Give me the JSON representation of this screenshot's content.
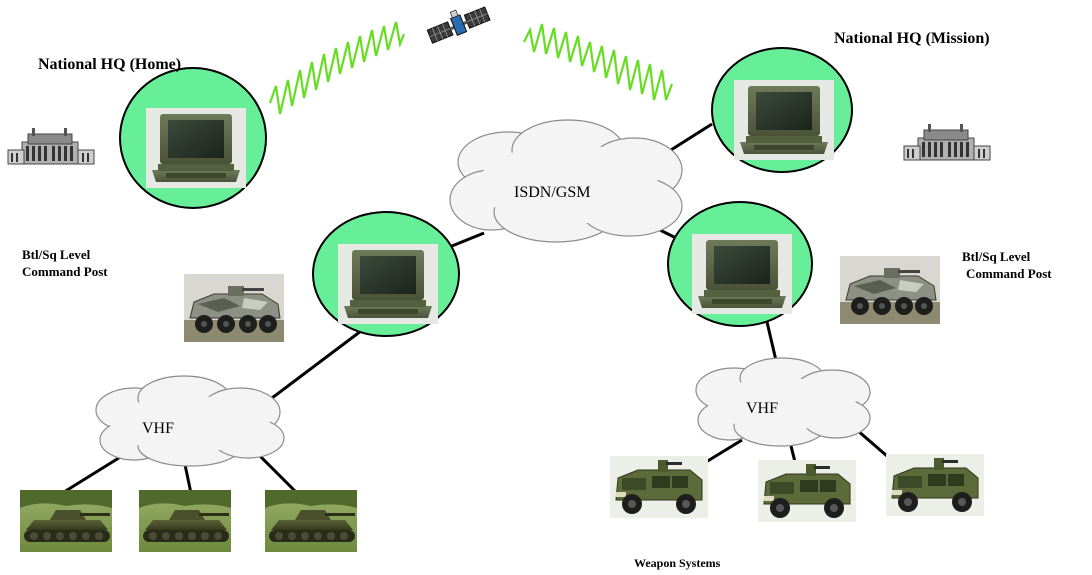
{
  "labels": {
    "hq_home": "National HQ (Home)",
    "hq_mission": "National HQ (Mission)",
    "cp_left_line1": "Btl/Sq Level",
    "cp_left_line2": "Command Post",
    "cp_right_line1": "Btl/Sq Level",
    "cp_right_line2": "Command Post",
    "weapon_systems": "Weapon Systems"
  },
  "clouds": {
    "isdn": "ISDN/GSM",
    "vhf_left": "VHF",
    "vhf_right": "VHF"
  },
  "colors": {
    "node_fill": "#66ee99",
    "wave": "#66dd22",
    "link": "#000000",
    "cloud_fill": "#f4f4f4"
  },
  "icons": {
    "node": "rugged-laptop-icon",
    "hq": "building-icon",
    "satellite": "satellite-icon",
    "command_post": "armored-vehicle-icon",
    "tank": "tank-icon",
    "weapon": "armored-truck-icon"
  }
}
